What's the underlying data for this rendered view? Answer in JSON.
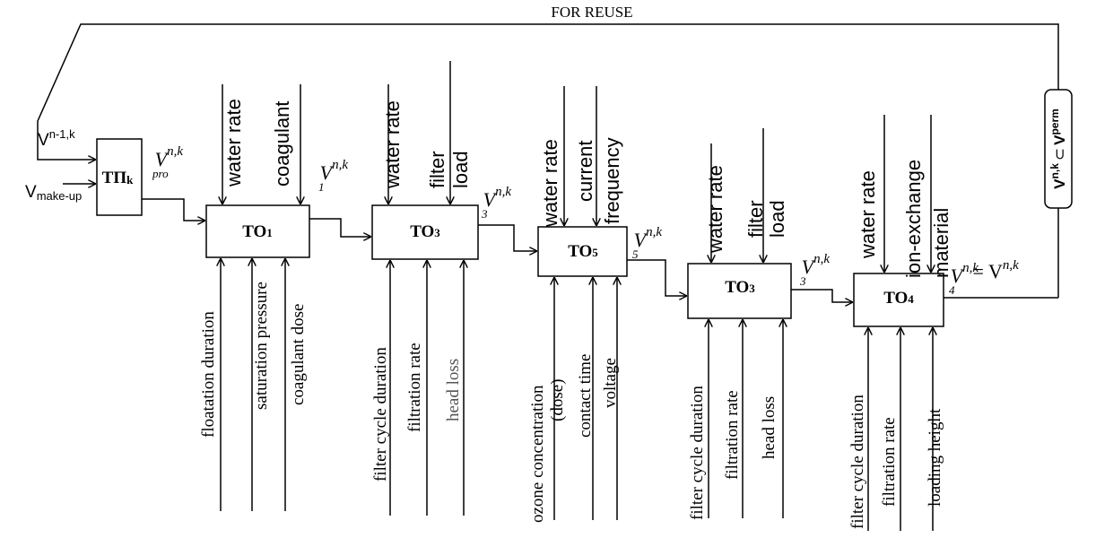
{
  "reuse_label": "FOR REUSE",
  "tp": {
    "label": "TП",
    "sub": "k",
    "input_prev": {
      "base": "V",
      "sup": "n-1,k"
    },
    "input_makeup": {
      "base": "V",
      "sub": "make-up"
    },
    "output": {
      "base": "V",
      "sub": "pro",
      "sup": "n,k"
    }
  },
  "units": [
    {
      "label": "TO",
      "sub": "1",
      "top": [
        "water rate",
        "coagulant"
      ],
      "bottom": [
        "floatation duration",
        "saturation pressure",
        "coagulant dose"
      ],
      "output": {
        "base": "V",
        "sub": "1",
        "sup": "n,k"
      }
    },
    {
      "label": "TO",
      "sub": "3",
      "top": [
        "water rate",
        "filter",
        "load"
      ],
      "bottom": [
        "filter cycle duration",
        "filtration rate",
        "head loss"
      ],
      "output": {
        "base": "V",
        "sub": "3",
        "sup": "n,k"
      }
    },
    {
      "label": "TO",
      "sub": "5",
      "top": [
        "water rate",
        "current",
        "frequency"
      ],
      "bottom": [
        "ozone concentration",
        "(dose)",
        "contact time",
        "voltage"
      ],
      "output": {
        "base": "V",
        "sub": "5",
        "sup": "n,k"
      }
    },
    {
      "label": "TO",
      "sub": "3",
      "top": [
        "water rate",
        "filter",
        "load"
      ],
      "bottom": [
        "filter cycle duration",
        "filtration rate",
        "head loss"
      ],
      "output": {
        "base": "V",
        "sub": "3",
        "sup": "n,k"
      }
    },
    {
      "label": "TO",
      "sub": "4",
      "top": [
        "water rate",
        "ion-exchange",
        "material"
      ],
      "bottom": [
        "filter cycle duration",
        "filtration rate",
        "loading height"
      ],
      "output": {
        "base": "V",
        "sub": "4",
        "sup": "n,k",
        "eq": "= V",
        "eq_sup": "n,k"
      }
    }
  ],
  "perm_box": {
    "left": "V",
    "left_sup": "n,k",
    "op": "⊂",
    "right": "V",
    "right_sup": "perm"
  }
}
